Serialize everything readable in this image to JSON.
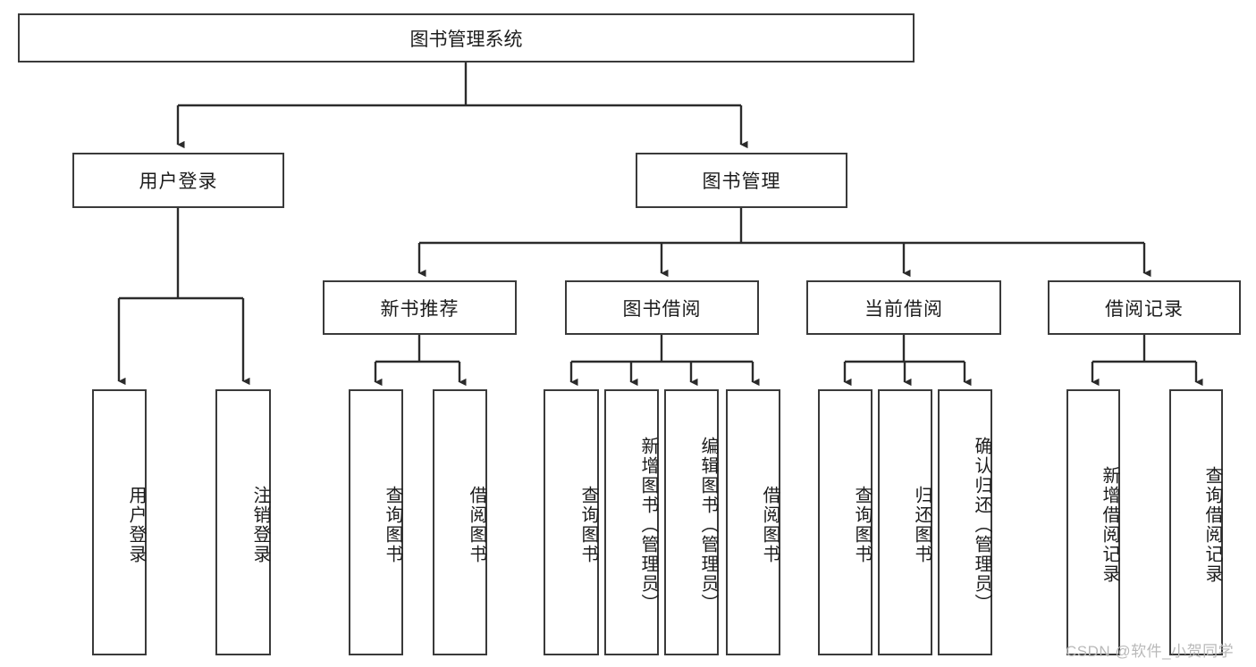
{
  "diagram": {
    "title": "图书管理系统",
    "type": "hierarchy-tree",
    "watermark": "CSDN @软件_小贺同学",
    "colors": {
      "box_border": "#3a3a3a",
      "box_fill": "#ffffff",
      "edge": "#2b2b2b",
      "text": "#1c1c1c",
      "watermark": "#b9b9b9",
      "background": "#ffffff"
    },
    "nodes": {
      "root": {
        "label": "图书管理系统"
      },
      "level2": [
        {
          "id": "user_login",
          "label": "用户登录"
        },
        {
          "id": "book_manage",
          "label": "图书管理"
        }
      ],
      "level3": [
        {
          "id": "new_book_rec",
          "label": "新书推荐"
        },
        {
          "id": "book_borrow",
          "label": "图书借阅"
        },
        {
          "id": "current_borrow",
          "label": "当前借阅"
        },
        {
          "id": "borrow_record",
          "label": "借阅记录"
        }
      ],
      "leaves": {
        "user_login": [
          {
            "id": "leaf_user_login",
            "label": "用户登录"
          },
          {
            "id": "leaf_logout",
            "label": "注销登录"
          }
        ],
        "new_book_rec": [
          {
            "id": "leaf_query_book_1",
            "label": "查询图书"
          },
          {
            "id": "leaf_borrow_book_1",
            "label": "借阅图书"
          }
        ],
        "book_borrow": [
          {
            "id": "leaf_query_book_2",
            "label": "查询图书"
          },
          {
            "id": "leaf_add_book",
            "label": "新增图书（管理员）"
          },
          {
            "id": "leaf_edit_book",
            "label": "编辑图书（管理员）"
          },
          {
            "id": "leaf_borrow_book_2",
            "label": "借阅图书"
          }
        ],
        "current_borrow": [
          {
            "id": "leaf_query_book_3",
            "label": "查询图书"
          },
          {
            "id": "leaf_return_book",
            "label": "归还图书"
          },
          {
            "id": "leaf_confirm_return",
            "label": "确认归还（管理员）"
          }
        ],
        "borrow_record": [
          {
            "id": "leaf_add_record",
            "label": "新增借阅记录"
          },
          {
            "id": "leaf_query_record",
            "label": "查询借阅记录"
          }
        ]
      }
    }
  }
}
